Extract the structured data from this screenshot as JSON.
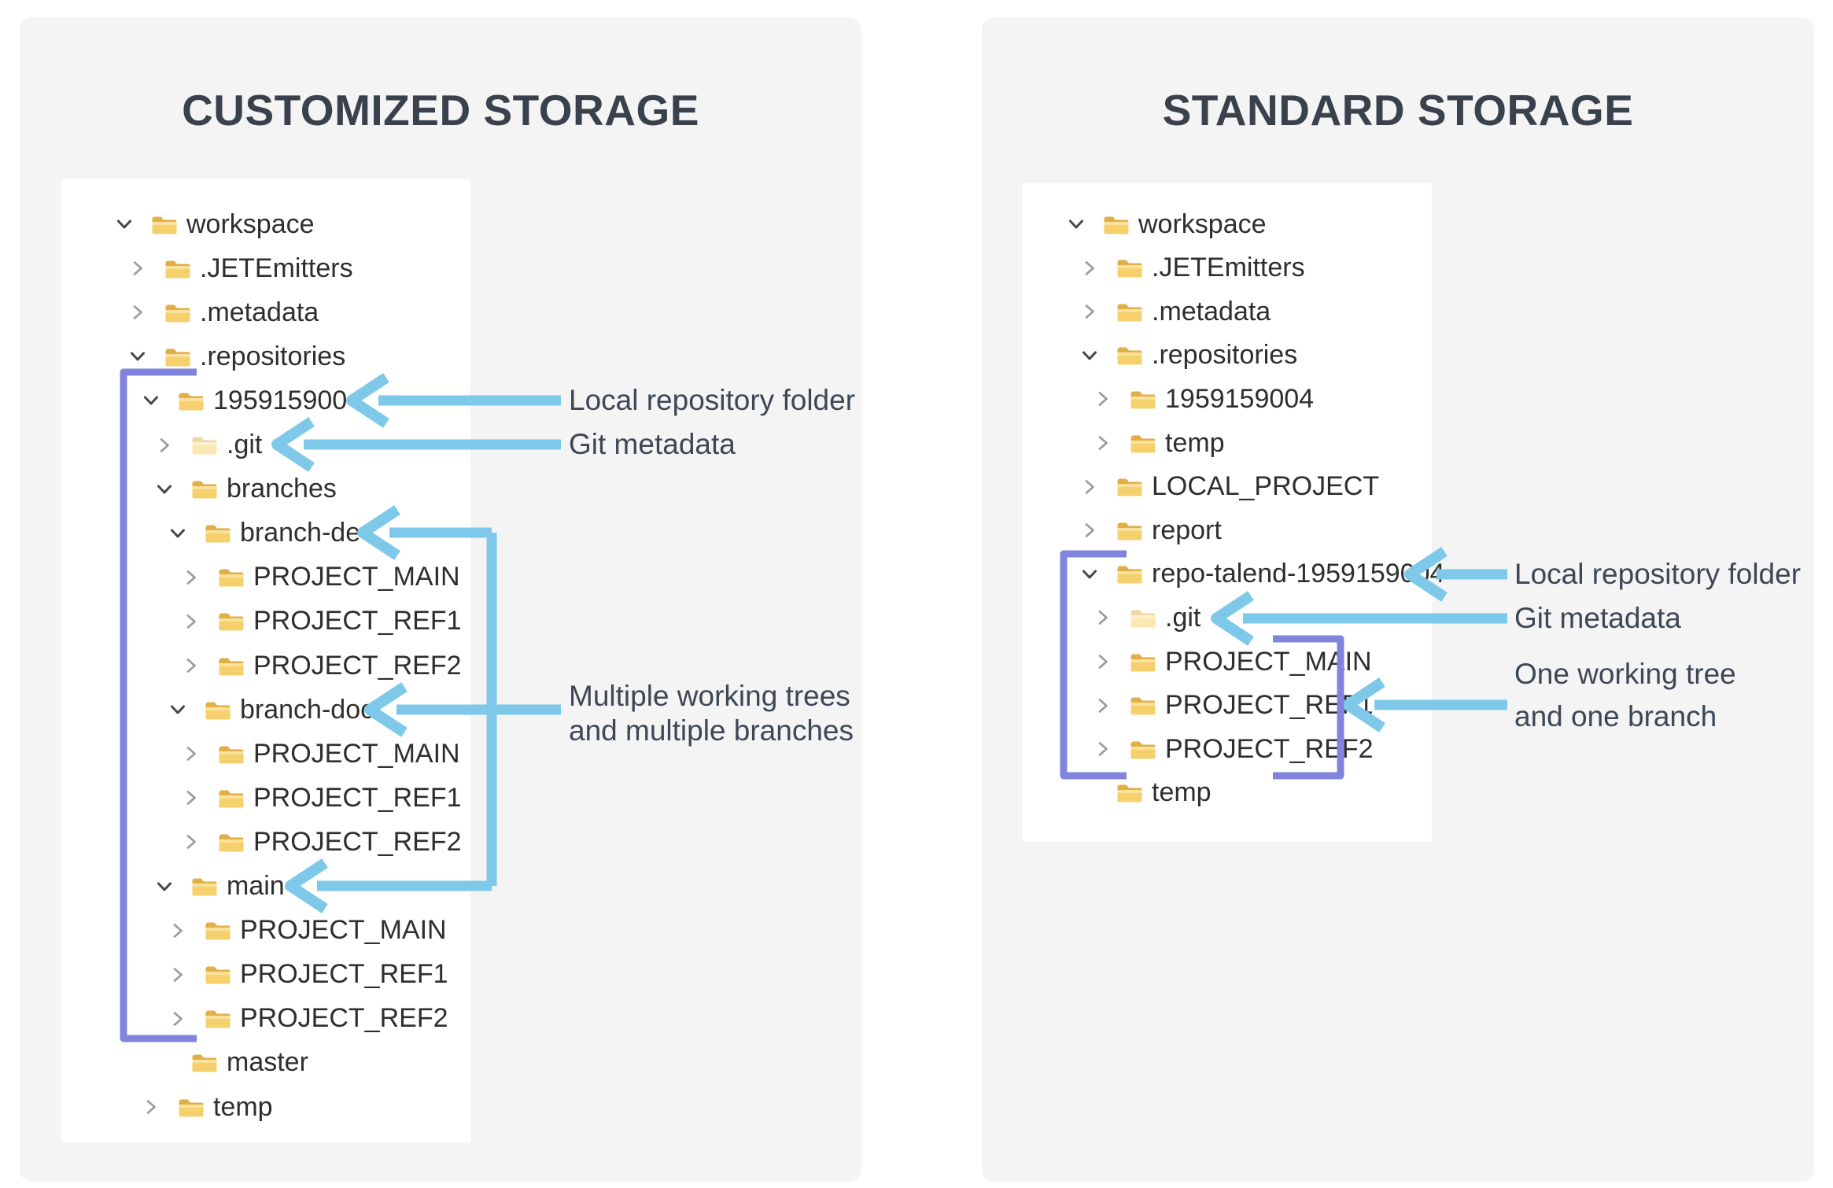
{
  "left_panel": {
    "title": "CUSTOMIZED STORAGE",
    "tree": [
      {
        "label": "workspace",
        "level": 0,
        "chevron": "expanded",
        "dim": false
      },
      {
        "label": ".JETEmitters",
        "level": 1,
        "chevron": "collapsed",
        "dim": false
      },
      {
        "label": ".metadata",
        "level": 1,
        "chevron": "collapsed",
        "dim": false
      },
      {
        "label": ".repositories",
        "level": 1,
        "chevron": "expanded",
        "dim": false
      },
      {
        "label": "1959159004",
        "level": 2,
        "chevron": "expanded",
        "dim": false
      },
      {
        "label": ".git",
        "level": 3,
        "chevron": "collapsed",
        "dim": true
      },
      {
        "label": "branches",
        "level": 3,
        "chevron": "expanded",
        "dim": false
      },
      {
        "label": "branch-dev",
        "level": 4,
        "chevron": "expanded",
        "dim": false
      },
      {
        "label": "PROJECT_MAIN",
        "level": 5,
        "chevron": "collapsed",
        "dim": false
      },
      {
        "label": "PROJECT_REF1",
        "level": 5,
        "chevron": "collapsed",
        "dim": false
      },
      {
        "label": "PROJECT_REF2",
        "level": 5,
        "chevron": "collapsed",
        "dim": false
      },
      {
        "label": "branch-doc",
        "level": 4,
        "chevron": "expanded",
        "dim": false
      },
      {
        "label": "PROJECT_MAIN",
        "level": 5,
        "chevron": "collapsed",
        "dim": false
      },
      {
        "label": "PROJECT_REF1",
        "level": 5,
        "chevron": "collapsed",
        "dim": false
      },
      {
        "label": "PROJECT_REF2",
        "level": 5,
        "chevron": "collapsed",
        "dim": false
      },
      {
        "label": "main",
        "level": 3,
        "chevron": "expanded",
        "dim": false
      },
      {
        "label": "PROJECT_MAIN",
        "level": 4,
        "chevron": "collapsed",
        "dim": false
      },
      {
        "label": "PROJECT_REF1",
        "level": 4,
        "chevron": "collapsed",
        "dim": false
      },
      {
        "label": "PROJECT_REF2",
        "level": 4,
        "chevron": "collapsed",
        "dim": false
      },
      {
        "label": "master",
        "level": 3,
        "chevron": "none",
        "dim": false
      },
      {
        "label": "temp",
        "level": 2,
        "chevron": "collapsed",
        "dim": false
      }
    ],
    "annotations": [
      {
        "id": "local-repo-left",
        "text": "Local repository folder"
      },
      {
        "id": "git-metadata-left",
        "text": "Git metadata"
      },
      {
        "id": "multi-line1",
        "text": "Multiple working trees"
      },
      {
        "id": "multi-line2",
        "text": "and multiple branches"
      }
    ]
  },
  "right_panel": {
    "title": "STANDARD STORAGE",
    "tree": [
      {
        "label": "workspace",
        "level": 0,
        "chevron": "expanded",
        "dim": false
      },
      {
        "label": ".JETEmitters",
        "level": 1,
        "chevron": "collapsed",
        "dim": false
      },
      {
        "label": ".metadata",
        "level": 1,
        "chevron": "collapsed",
        "dim": false
      },
      {
        "label": ".repositories",
        "level": 1,
        "chevron": "expanded",
        "dim": false
      },
      {
        "label": "1959159004",
        "level": 2,
        "chevron": "collapsed",
        "dim": false
      },
      {
        "label": "temp",
        "level": 2,
        "chevron": "collapsed",
        "dim": false
      },
      {
        "label": "LOCAL_PROJECT",
        "level": 1,
        "chevron": "collapsed",
        "dim": false
      },
      {
        "label": "report",
        "level": 1,
        "chevron": "collapsed",
        "dim": false
      },
      {
        "label": "repo-talend-1959159004",
        "level": 1,
        "chevron": "expanded",
        "dim": false
      },
      {
        "label": ".git",
        "level": 2,
        "chevron": "collapsed",
        "dim": true
      },
      {
        "label": "PROJECT_MAIN",
        "level": 2,
        "chevron": "collapsed",
        "dim": false
      },
      {
        "label": "PROJECT_REF1",
        "level": 2,
        "chevron": "collapsed",
        "dim": false
      },
      {
        "label": "PROJECT_REF2",
        "level": 2,
        "chevron": "collapsed",
        "dim": false
      },
      {
        "label": "temp",
        "level": 1,
        "chevron": "none",
        "dim": false
      }
    ],
    "annotations": [
      {
        "id": "local-repo-right",
        "text": "Local repository folder"
      },
      {
        "id": "git-metadata-right",
        "text": "Git metadata"
      },
      {
        "id": "one-line1",
        "text": "One working tree"
      },
      {
        "id": "one-line2",
        "text": "and one branch"
      }
    ]
  },
  "colors": {
    "card_bg": "#f4f4f5",
    "title": "#39414d",
    "tree_text": "#2e2e2e",
    "label_text": "#3e4754",
    "arrow_blue": "#7ec9e9",
    "bracket_purple": "#8184dc",
    "folder_front": "#f5d06c",
    "folder_back": "#e2ae47",
    "chevron_collapsed": "#9b9b9b",
    "chevron_expanded": "#474747"
  }
}
